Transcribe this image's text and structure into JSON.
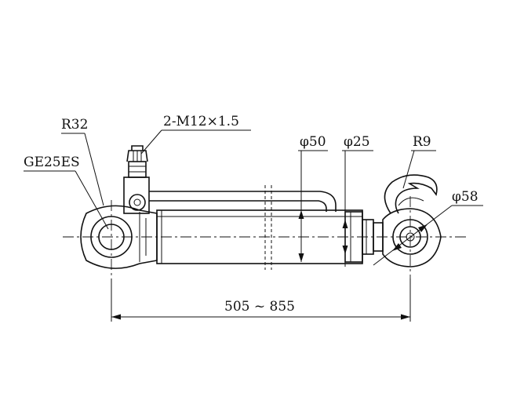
{
  "labels": {
    "radius_eye": "R32",
    "bearing": "GE25ES",
    "port_thread": "2-M12×1.5",
    "dia_tube": "φ50",
    "dia_rod": "φ25",
    "radius_hook": "R9",
    "dia_end": "φ58",
    "length": "505 ~ 855"
  }
}
